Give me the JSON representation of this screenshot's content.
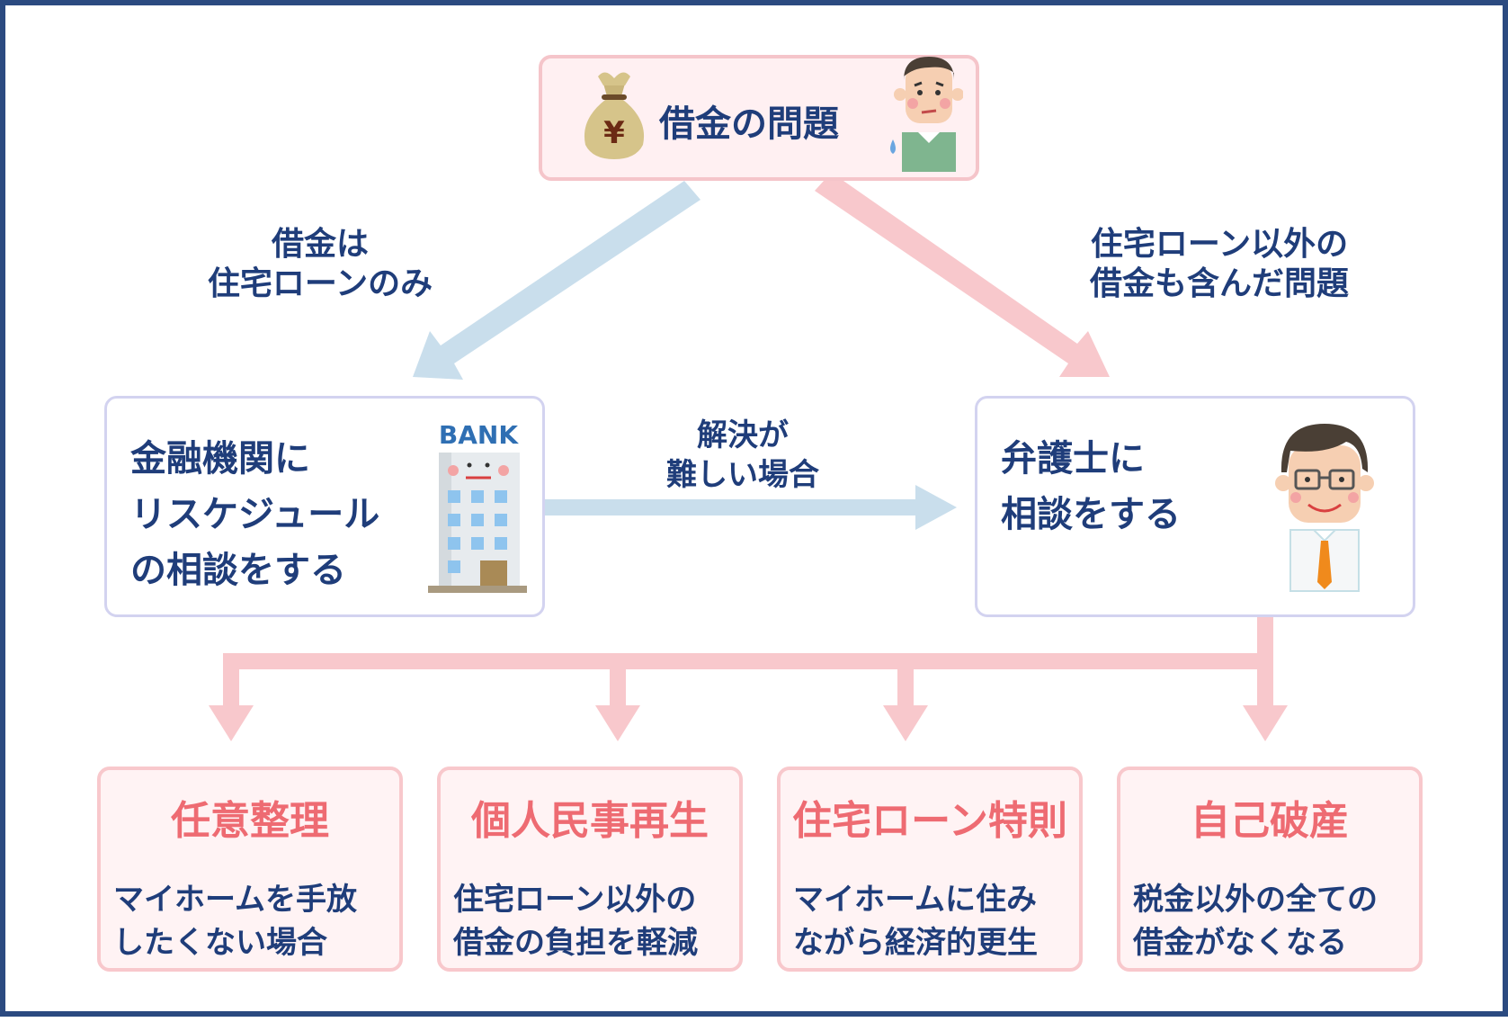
{
  "diagram": {
    "top": {
      "title": "借金の問題"
    },
    "left_branch_label": [
      "借金は",
      "住宅ローンのみ"
    ],
    "right_branch_label": [
      "住宅ローン以外の",
      "借金も含んだ問題"
    ],
    "bank_node": {
      "lines": [
        "金融機関に",
        "リスケジュール",
        "の相談をする"
      ],
      "sign": "BANK"
    },
    "middle_arrow_label": [
      "解決が",
      "難しい場合"
    ],
    "lawyer_node": {
      "lines": [
        "弁護士に",
        "相談をする"
      ]
    },
    "options": [
      {
        "title": "任意整理",
        "desc": [
          "マイホームを手放",
          "したくない場合"
        ]
      },
      {
        "title": "個人民事再生",
        "desc": [
          "住宅ローン以外の",
          "借金の負担を軽減"
        ]
      },
      {
        "title": "住宅ローン特則",
        "desc": [
          "マイホームに住み",
          "ながら経済的更生"
        ]
      },
      {
        "title": "自己破産",
        "desc": [
          "税金以外の全ての",
          "借金がなくなる"
        ]
      }
    ],
    "icons": {
      "money_bag": "money-bag-icon",
      "worried_man": "worried-man-icon",
      "bank_building": "bank-building-icon",
      "lawyer": "lawyer-icon"
    },
    "colors": {
      "frame": "#2b4a80",
      "text_navy": "#1f3d7a",
      "text_red": "#ee6b72",
      "pink_arrow": "#f8c8cc",
      "blue_arrow": "#c9deec"
    },
    "yen_symbol": "¥"
  }
}
